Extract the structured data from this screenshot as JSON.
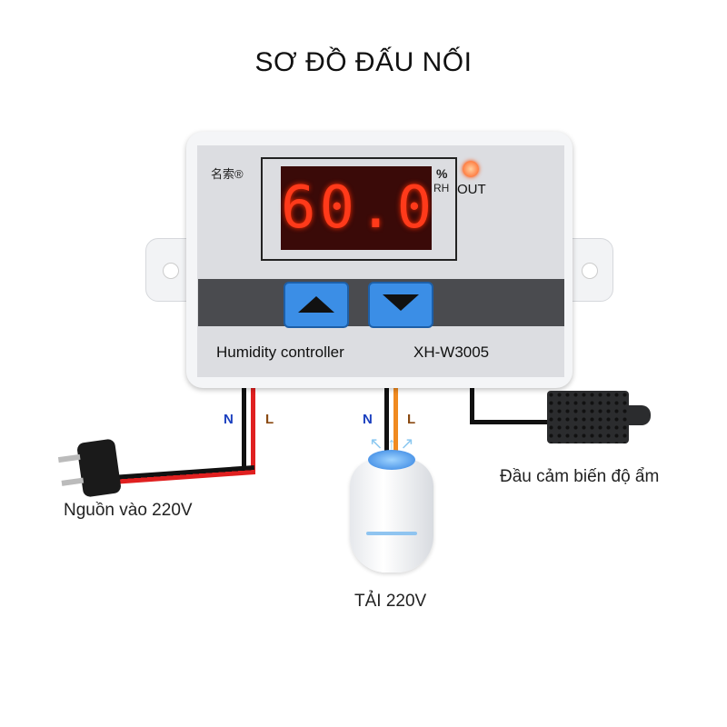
{
  "title": "SƠ ĐỒ ĐẤU NỐI",
  "controller": {
    "brand": "名索®",
    "display_value": "60.0",
    "unit_top": "%",
    "unit_bottom": "RH",
    "led_label": "OUT",
    "name": "Humidity controller",
    "model": "XH-W3005"
  },
  "wiring": {
    "power": {
      "n": "N",
      "l": "L",
      "label": "Nguồn vào 220V"
    },
    "load": {
      "n": "N",
      "l": "L",
      "label": "TẢI 220V"
    },
    "sensor": {
      "label": "Đầu cảm biến độ ẩm"
    }
  },
  "colors": {
    "neutral_label": "#1a3fbf",
    "live_label": "#8a4a12",
    "live_power": "#e02020",
    "live_load": "#f08a20",
    "display": "#ff3a1a",
    "button": "#3b8ee6"
  }
}
